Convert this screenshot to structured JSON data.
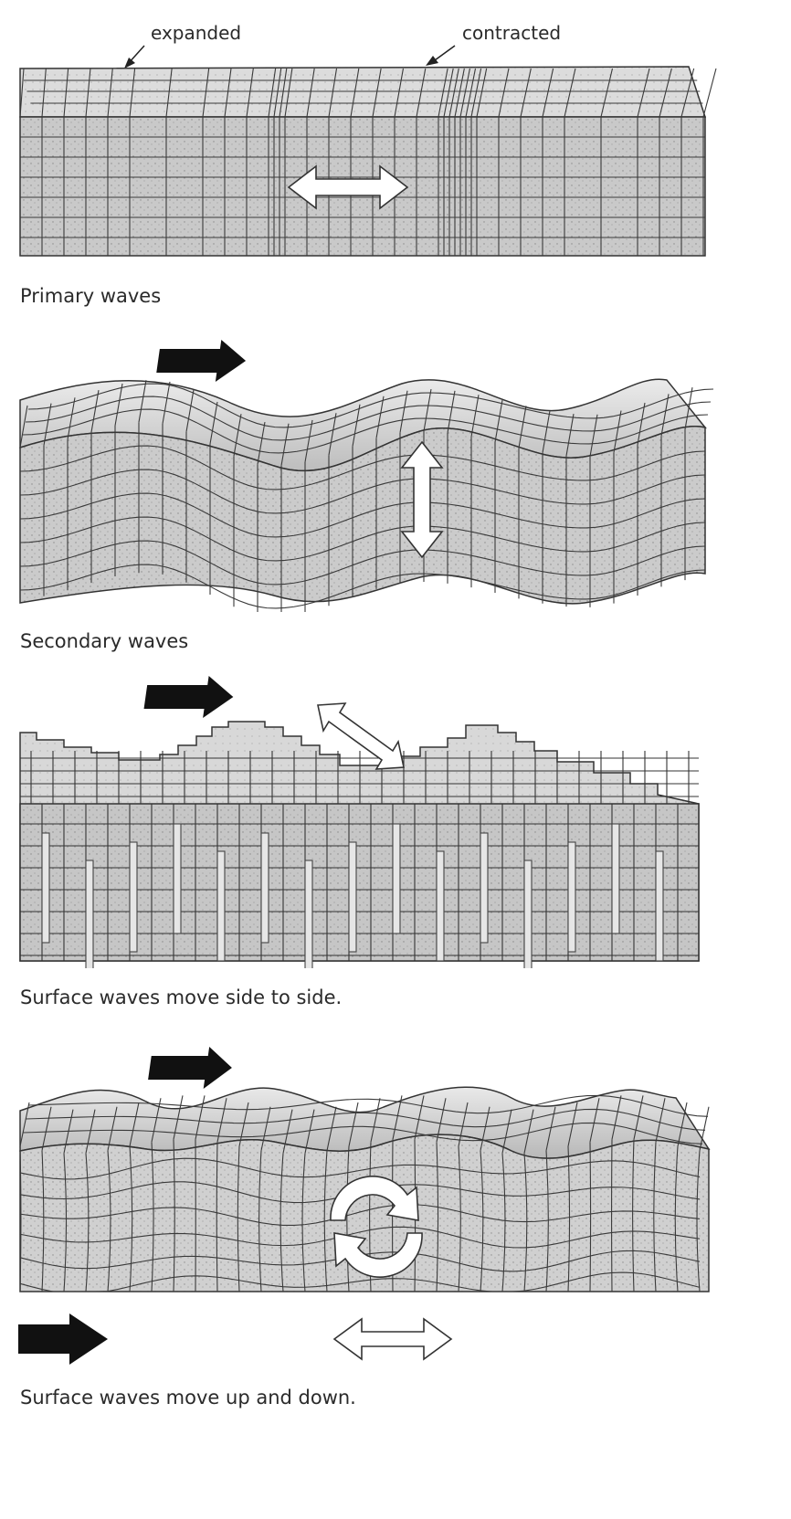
{
  "primary": {
    "label_expanded": "expanded",
    "label_contracted": "contracted",
    "caption": "Primary waves",
    "arrow": "double-headed-horizontal-arrow"
  },
  "secondary": {
    "caption": "Secondary waves",
    "direction_arrow": "right-arrow",
    "motion_arrow": "double-headed-vertical-arrow"
  },
  "love": {
    "caption": "Surface waves move side to side.",
    "direction_arrow": "right-arrow",
    "motion_arrow": "double-headed-diagonal-arrow"
  },
  "rayleigh": {
    "caption": "Surface waves move up and down.",
    "direction_arrow": "right-arrow",
    "motion_arrow": "circular-arrow"
  },
  "legend": {
    "wave_direction_icon": "solid-right-arrow",
    "particle_motion_icon": "outline-double-arrow"
  },
  "colors": {
    "block_fill": "#c9c9c9",
    "top_fill": "#dcdcdc",
    "grid_line": "#3a3a3a",
    "arrow_dark": "#111111",
    "arrow_light": "#ffffff"
  }
}
